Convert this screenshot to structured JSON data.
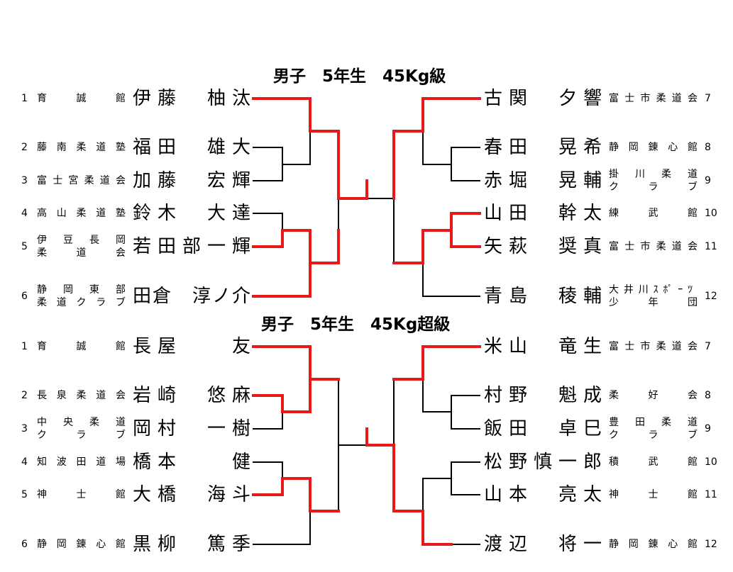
{
  "divisions": [
    {
      "title": "男子　5年生　45Kg級",
      "left": [
        {
          "seed": "1",
          "club": [
            "育　　誠　　館"
          ],
          "name": "伊藤　柚汰"
        },
        {
          "seed": "2",
          "club": [
            "藤南柔道塾"
          ],
          "name": "福田　雄大"
        },
        {
          "seed": "3",
          "club": [
            "富士宮柔道会"
          ],
          "name": "加藤　宏輝"
        },
        {
          "seed": "4",
          "club": [
            "高山柔道塾"
          ],
          "name": "鈴木　大達"
        },
        {
          "seed": "5",
          "club": [
            "伊　豆　長　岡",
            "柔　　道　　会"
          ],
          "name": "若田部一輝"
        },
        {
          "seed": "6",
          "club": [
            "静　岡　東　部",
            "柔道クラブ"
          ],
          "name": "田倉　淳ノ介"
        }
      ],
      "right": [
        {
          "seed": "7",
          "club": [
            "富士市柔道会"
          ],
          "name": "古関　夕響"
        },
        {
          "seed": "8",
          "club": [
            "静岡錬心館"
          ],
          "name": "春田　晃希"
        },
        {
          "seed": "9",
          "club": [
            "掛　川　柔　道",
            "ク　　ラ　　ブ"
          ],
          "name": "赤堀　晃輔"
        },
        {
          "seed": "10",
          "club": [
            "練　　武　　館"
          ],
          "name": "山田　幹太"
        },
        {
          "seed": "11",
          "club": [
            "富士市柔道会"
          ],
          "name": "矢萩　奨真"
        },
        {
          "seed": "12",
          "club": [
            "大井川ｽﾎﾟｰﾂ",
            "少　　年　　団"
          ],
          "name": "青島　稜輔"
        }
      ]
    },
    {
      "title": "男子　5年生　45Kg超級",
      "left": [
        {
          "seed": "1",
          "club": [
            "育　　誠　　館"
          ],
          "name": "長屋　　友"
        },
        {
          "seed": "2",
          "club": [
            "長泉柔道会"
          ],
          "name": "岩崎　悠麻"
        },
        {
          "seed": "3",
          "club": [
            "中　央　柔　道",
            "ク　　ラ　　ブ"
          ],
          "name": "岡村　一樹"
        },
        {
          "seed": "4",
          "club": [
            "知波田道場"
          ],
          "name": "橋本　　健"
        },
        {
          "seed": "5",
          "club": [
            "神　　士　　館"
          ],
          "name": "大橋　海斗"
        },
        {
          "seed": "6",
          "club": [
            "静岡錬心館"
          ],
          "name": "黒柳　篤季"
        }
      ],
      "right": [
        {
          "seed": "7",
          "club": [
            "富士市柔道会"
          ],
          "name": "米山　竜生"
        },
        {
          "seed": "8",
          "club": [
            "柔　　好　　会"
          ],
          "name": "村野　魁成"
        },
        {
          "seed": "9",
          "club": [
            "豊　田　柔　道",
            "ク　　ラ　　ブ"
          ],
          "name": "飯田　卓巳"
        },
        {
          "seed": "10",
          "club": [
            "積　　武　　館"
          ],
          "name": "松野慎一郎"
        },
        {
          "seed": "11",
          "club": [
            "神　　士　　館"
          ],
          "name": "山本　亮太"
        },
        {
          "seed": "12",
          "club": [
            "静岡錬心館"
          ],
          "name": "渡辺　将一"
        }
      ]
    }
  ],
  "colors": {
    "winner": "#e8191b",
    "line": "#000000"
  }
}
